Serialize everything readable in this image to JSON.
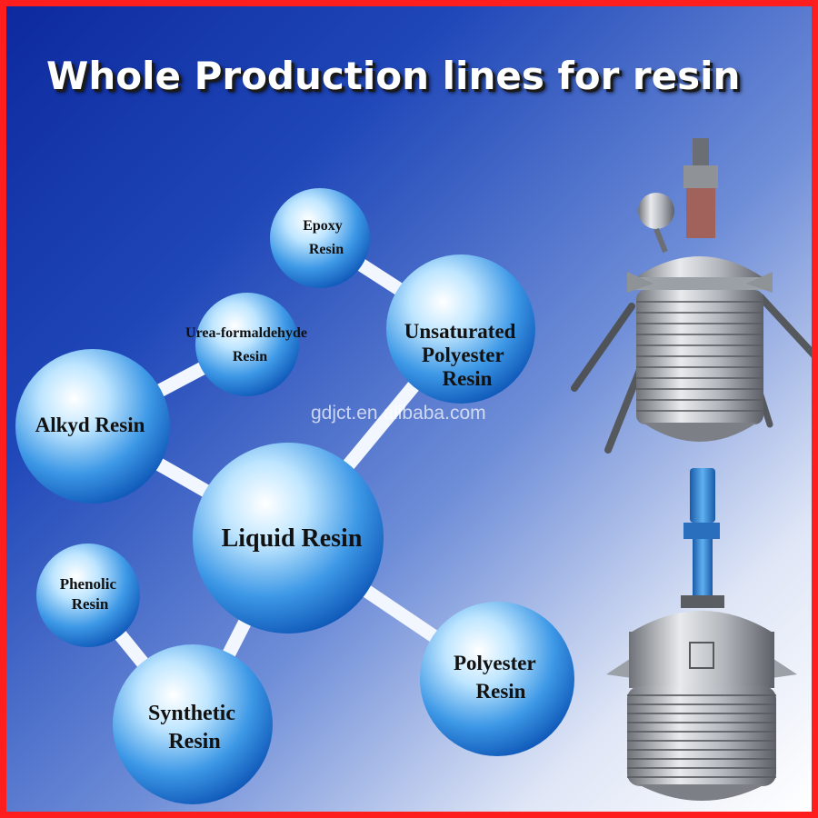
{
  "title": "Whole Production lines for resin",
  "watermark": "gdjct.en.alibaba.com",
  "nodes": {
    "epoxy": [
      "Epoxy",
      "Resin"
    ],
    "unsaturated": [
      "Unsaturated",
      "Polyester",
      "Resin"
    ],
    "urea": [
      "Urea-formaldehyde",
      "Resin"
    ],
    "alkyd": [
      "Alkyd Resin"
    ],
    "liquid": [
      "Liquid Resin"
    ],
    "phenolic": [
      "Phenolic",
      "Resin"
    ],
    "polyester": [
      "Polyester",
      "Resin"
    ],
    "synthetic": [
      "Synthetic",
      "Resin"
    ]
  },
  "colors": {
    "border": "#ff1e1e",
    "bubble": "#2f8fe0",
    "connector": "#f2f6ff",
    "vessel": "#b8bcc2",
    "motor": "#2d7fd0"
  },
  "icons": [
    "reactor-vessel-icon",
    "reactor-vessel-icon"
  ]
}
